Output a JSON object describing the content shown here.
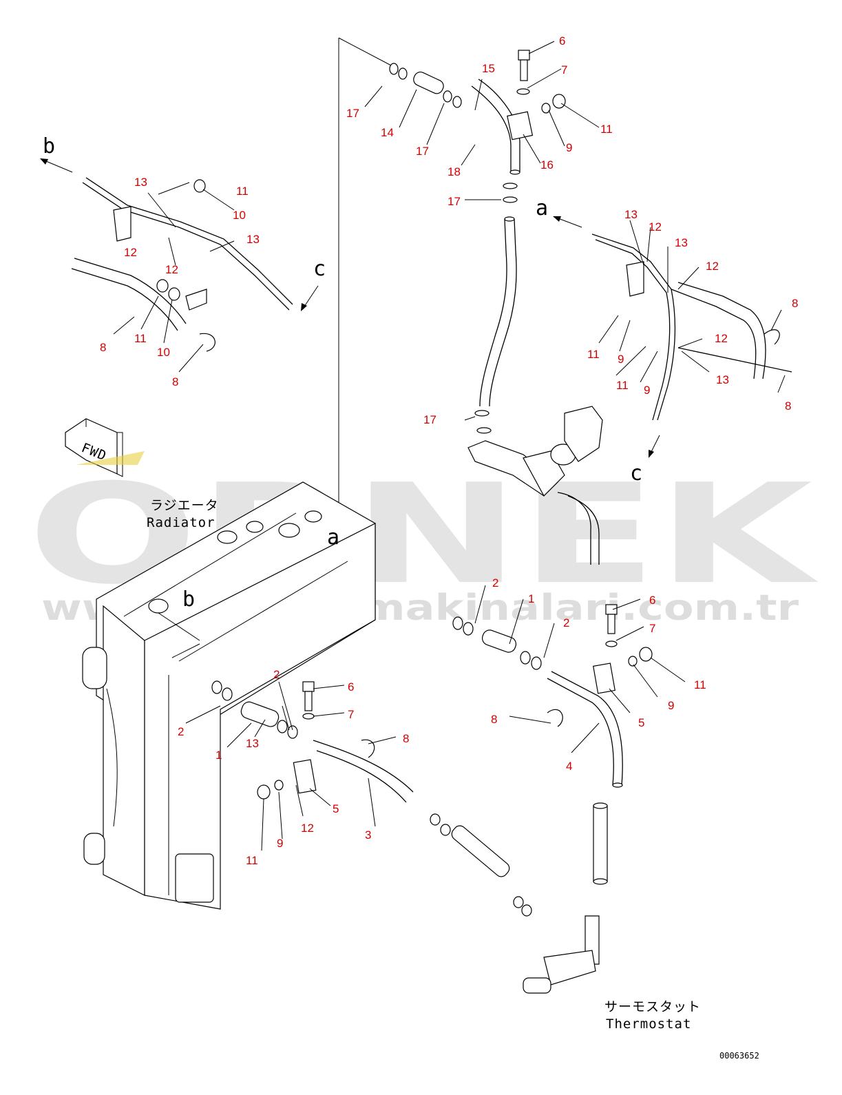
{
  "drawing_id": "00063652",
  "labels": {
    "radiator_jp": "ラジエータ",
    "radiator_en": "Radiator",
    "thermostat_jp": "サーモスタット",
    "thermostat_en": "Thermostat",
    "fwd": "FWD"
  },
  "watermark": {
    "brand": "ORNEK",
    "url": "www.ornekismakinalari.com.tr"
  },
  "view_letters": [
    "a",
    "b",
    "c"
  ],
  "callouts": [
    "1",
    "2",
    "3",
    "4",
    "5",
    "6",
    "7",
    "8",
    "9",
    "10",
    "11",
    "12",
    "13",
    "14",
    "15",
    "16",
    "17",
    "18"
  ],
  "colors": {
    "callout": "#d40000",
    "line": "#000000",
    "watermark": "#cfcfcf"
  }
}
